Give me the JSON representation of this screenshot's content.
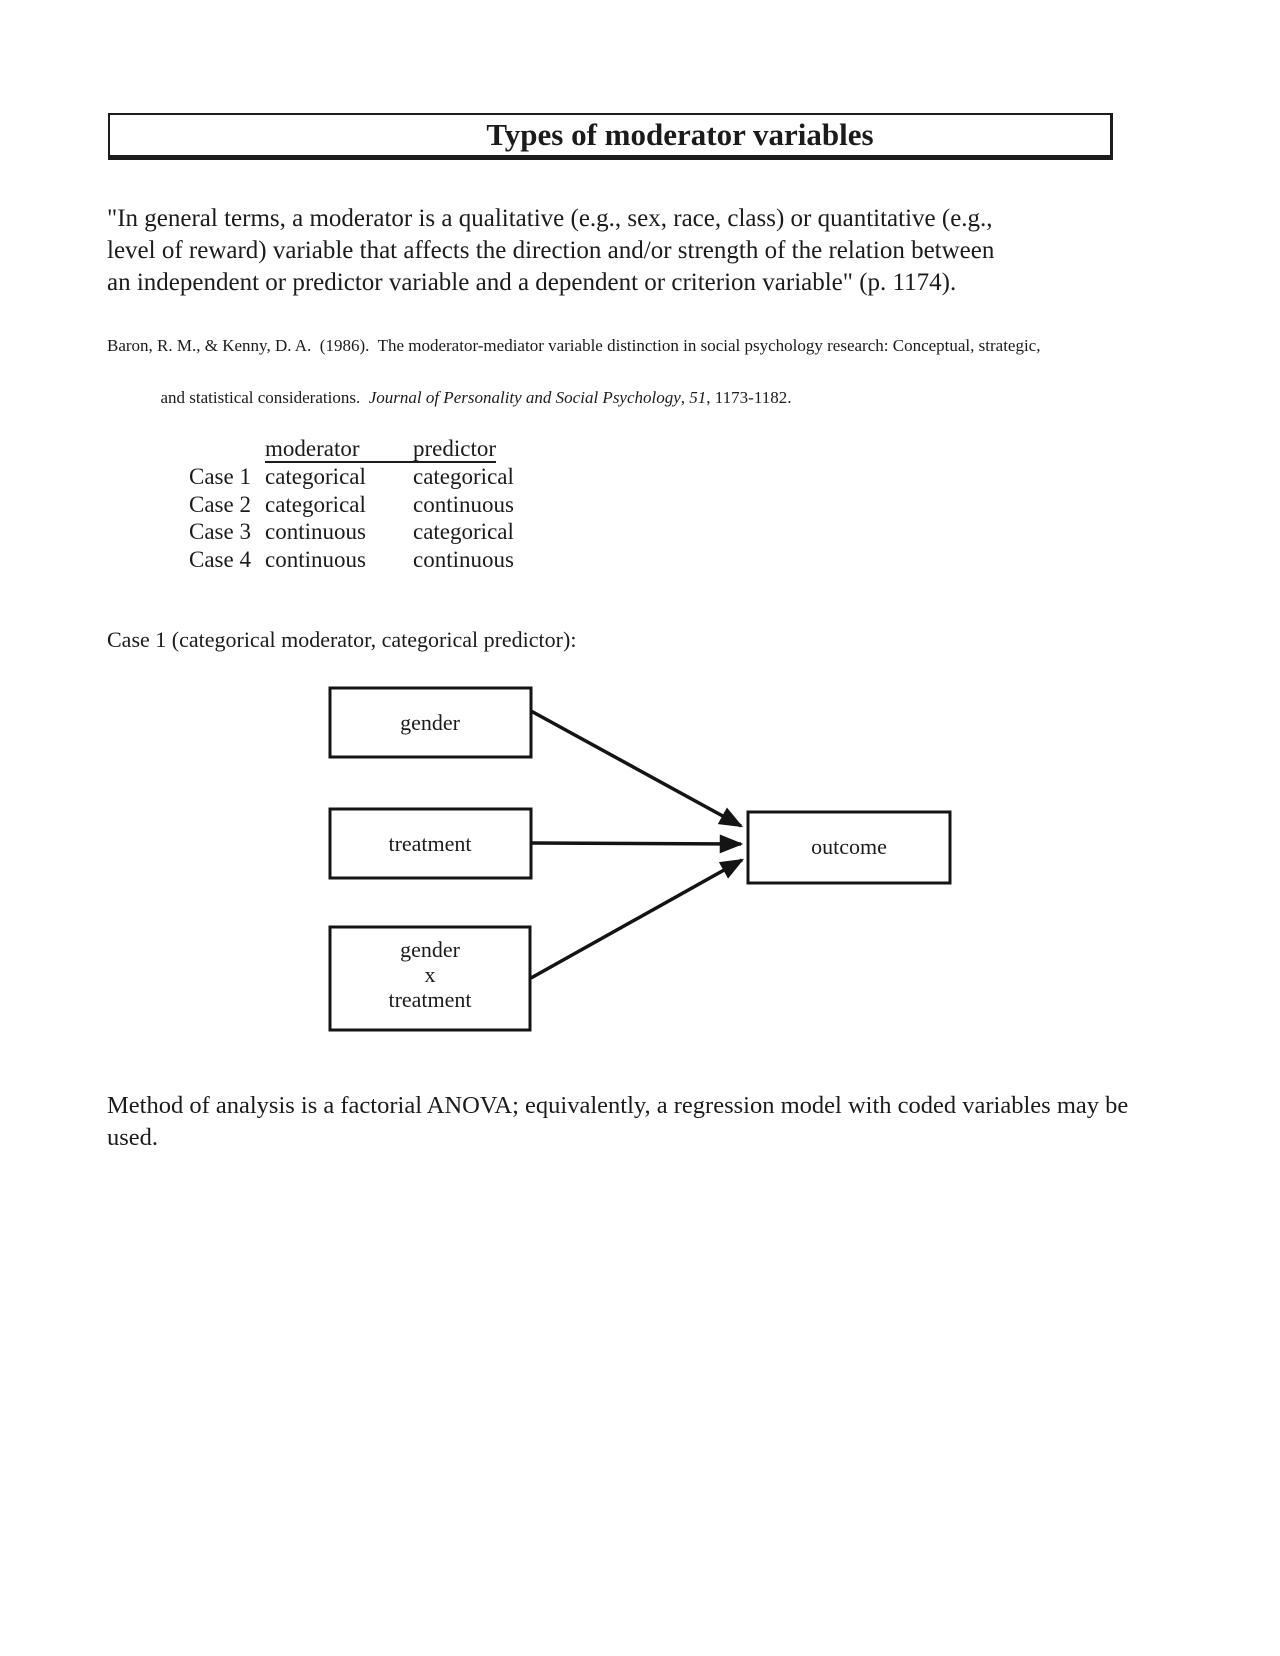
{
  "title": {
    "text": "Types of moderator variables"
  },
  "quote": {
    "lines": [
      "\"In general terms, a moderator is a qualitative (e.g., sex, race, class) or quantitative (e.g.,",
      "level of reward) variable that affects the direction and/or strength of the relation between",
      "an independent or predictor variable and a dependent or criterion variable\" (p. 1174)."
    ]
  },
  "citation": {
    "line1": "Baron, R. M., & Kenny, D. A.  (1986).  The moderator-mediator variable distinction in social psychology research: Conceptual, strategic,",
    "line2_prefix": "and statistical considerations.  ",
    "journal": "Journal of Personality and Social Psychology",
    "sep": ", ",
    "volume": "51",
    "pages": ", 1173-1182."
  },
  "cases_table": {
    "col_moderator": "moderator",
    "col_predictor": "predictor",
    "rows": [
      {
        "label": "Case 1",
        "moderator": "categorical",
        "predictor": "categorical"
      },
      {
        "label": "Case 2",
        "moderator": "categorical",
        "predictor": "continuous"
      },
      {
        "label": "Case 3",
        "moderator": "continuous",
        "predictor": "categorical"
      },
      {
        "label": "Case 4",
        "moderator": "continuous",
        "predictor": "continuous"
      }
    ]
  },
  "case1_heading": "Case 1 (categorical moderator, categorical predictor):",
  "diagram": {
    "gender_label": "gender",
    "treatment_label": "treatment",
    "interaction_lines": [
      "gender",
      "x",
      "treatment"
    ],
    "outcome_label": "outcome",
    "line_color": "#141414"
  },
  "method_note": {
    "lines": [
      "Method of analysis is a factorial ANOVA; equivalently, a regression model with coded variables may be",
      "used."
    ]
  }
}
